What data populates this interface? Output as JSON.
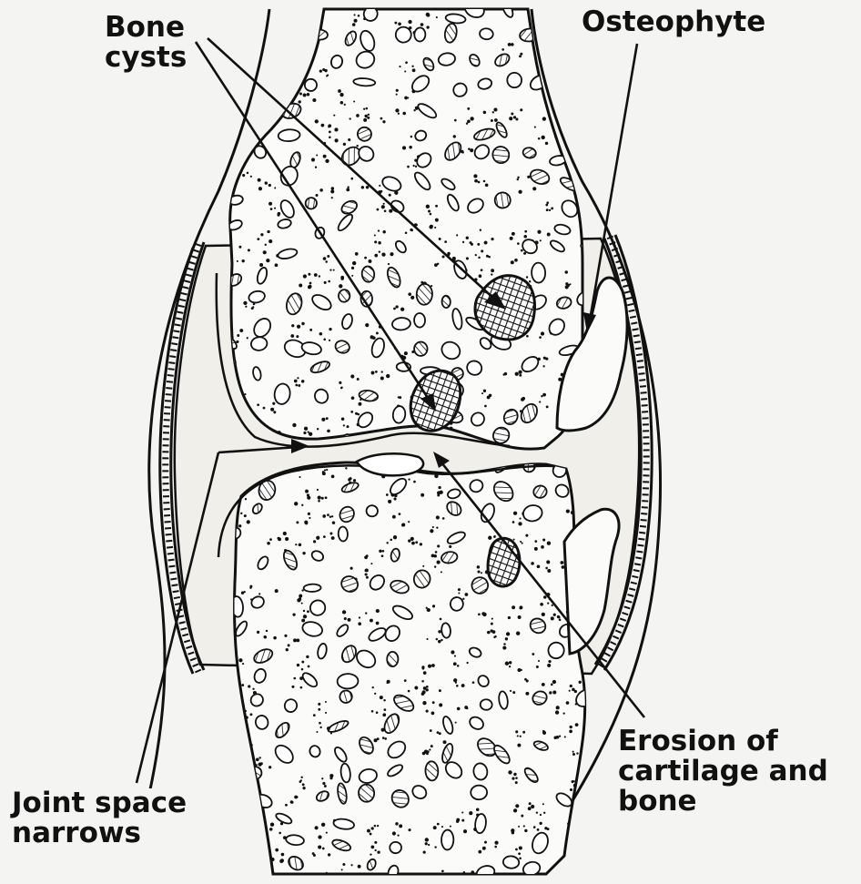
{
  "labels": {
    "bone_cysts": [
      "Bone",
      "cysts"
    ],
    "osteophyte": [
      "Osteophyte"
    ],
    "erosion": [
      "Erosion of",
      "cartilage and",
      "bone"
    ],
    "joint_space": [
      "Joint space",
      "narrows"
    ]
  },
  "colors": {
    "ink": "#111111",
    "paper": "#f4f4f2",
    "bone": "#fbfbf9",
    "joint_fluid": "#f0efe9"
  }
}
